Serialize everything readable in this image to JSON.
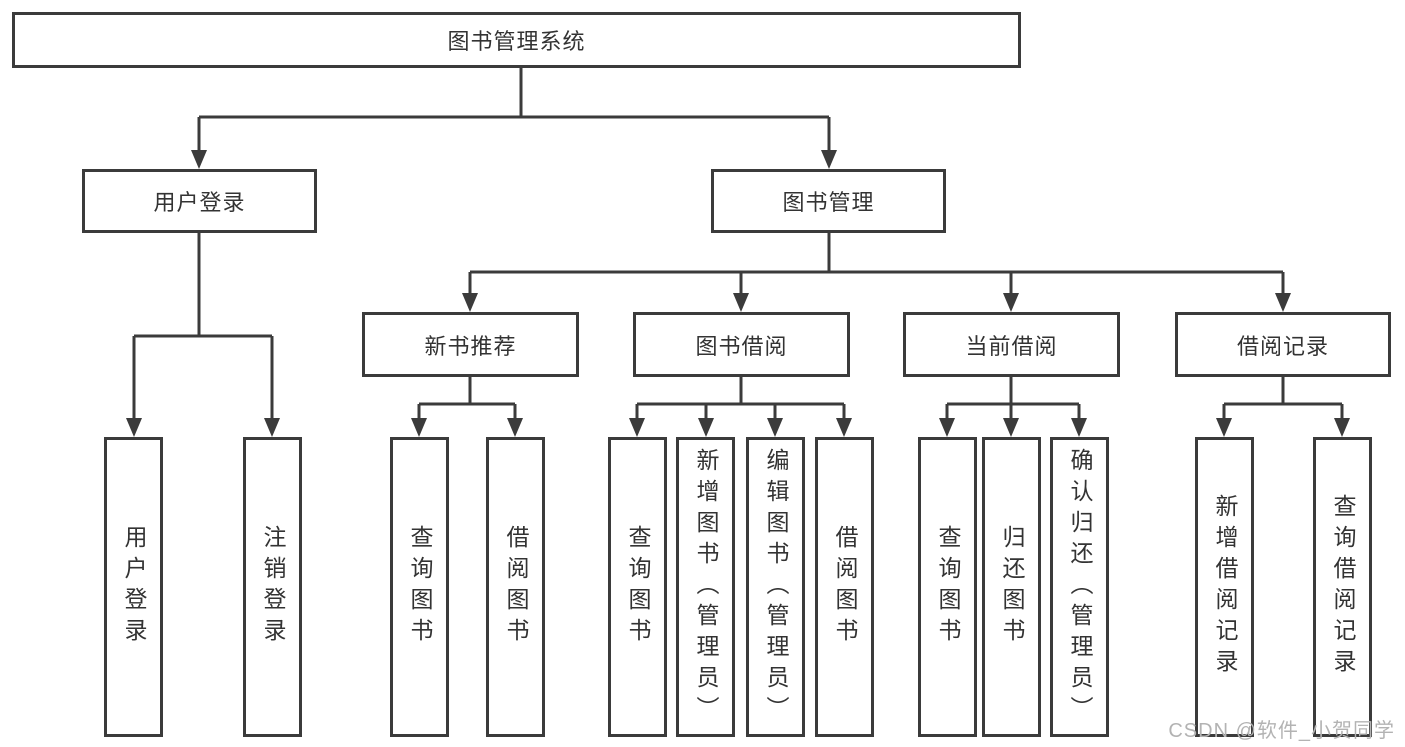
{
  "diagram": {
    "nodes": {
      "root": "图书管理系统",
      "user_login": {
        "label": "用户登录",
        "children": [
          "用户登录",
          "注销登录"
        ]
      },
      "book_mgmt": {
        "label": "图书管理",
        "children": [
          {
            "label": "新书推荐",
            "children": [
              "查询图书",
              "借阅图书"
            ]
          },
          {
            "label": "图书借阅",
            "children": [
              "查询图书",
              "新增图书（管理员）",
              "编辑图书（管理员）",
              "借阅图书"
            ]
          },
          {
            "label": "当前借阅",
            "children": [
              "查询图书",
              "归还图书",
              "确认归还（管理员）"
            ]
          },
          {
            "label": "借阅记录",
            "children": [
              "新增借阅记录",
              "查询借阅记录"
            ]
          }
        ]
      }
    },
    "colors": {
      "line": "#3b3b3b",
      "text": "#333333",
      "background": "#ffffff"
    }
  },
  "watermark": {
    "text": "CSDN @软件_小贺同学",
    "color": "#b3b3b3"
  }
}
